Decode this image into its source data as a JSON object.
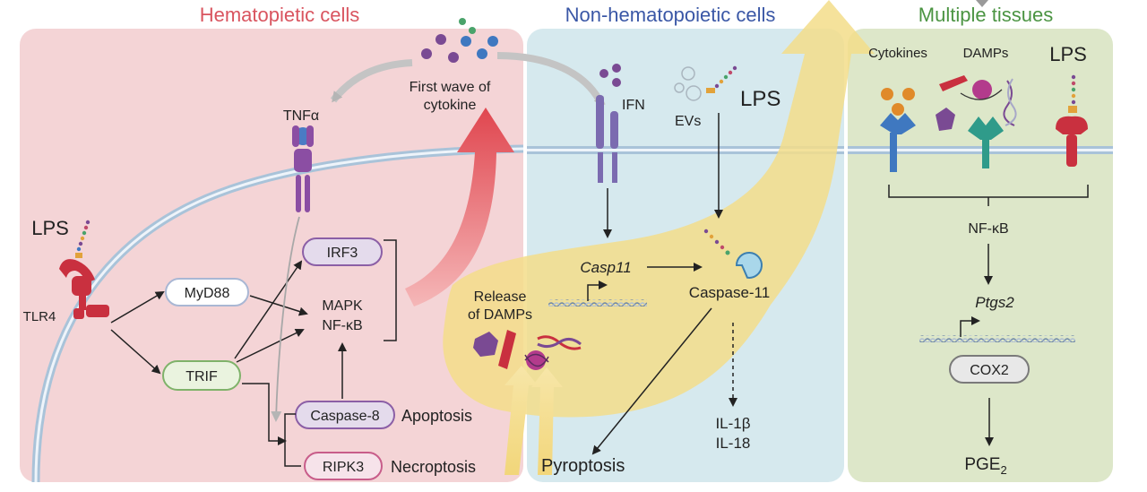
{
  "panels": {
    "hematopoietic": {
      "title": "Hematopietic cells",
      "color": "#d9545f"
    },
    "non_hematopoietic": {
      "title": "Non-hematopoietic cells",
      "color": "#3a57a6"
    },
    "multiple_tissues": {
      "title": "Multiple tissues",
      "color": "#4b9442"
    }
  },
  "hematopoietic": {
    "lps": "LPS",
    "tlr4": "TLR4",
    "tnfa": "TNFα",
    "first_wave": [
      "First wave of",
      "cytokine"
    ],
    "myd88": "MyD88",
    "trif": "TRIF",
    "irf3": "IRF3",
    "mapk": "MAPK",
    "nfkb": "NF-κB",
    "caspase8": "Caspase-8",
    "ripk3": "RIPK3",
    "apoptosis": "Apoptosis",
    "necroptosis": "Necroptosis"
  },
  "non_hematopoietic": {
    "ifn": "IFN",
    "evs": "EVs",
    "lps": "LPS",
    "release_damps": [
      "Release",
      "of DAMPs"
    ],
    "casp11_gene": "Casp11",
    "caspase11": "Caspase-11",
    "pyroptosis": "Pyroptosis",
    "il1b": "IL-1β",
    "il18": "IL-18"
  },
  "multiple_tissues": {
    "cytokines": "Cytokines",
    "damps": "DAMPs",
    "lps": "LPS",
    "nfkb": "NF-κB",
    "ptgs2": "Ptgs2",
    "cox2": "COX2",
    "pge2": "PGE",
    "pge2_sub": "2"
  },
  "colors": {
    "pink_bg": "#f4d4d6",
    "blue_bg": "#d6e9ee",
    "green_bg": "#dde7c9",
    "yellow_flow": "#f3dd8a",
    "red_arrow": "#e35a63",
    "tnf_receptor": "#8b4ea3",
    "tlr4": "#c9303f"
  }
}
